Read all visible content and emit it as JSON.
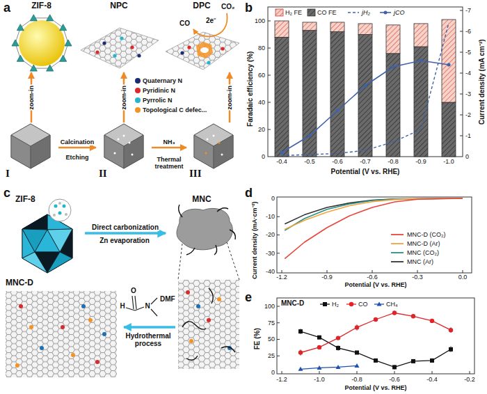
{
  "diagram": {
    "nodes": [
      {
        "text": [
          "ZIF-8"
        ]
      },
      {
        "text": [
          "NPC"
        ]
      },
      {
        "text": [
          "DPC"
        ]
      },
      {
        "text": [
          "I"
        ]
      },
      {
        "text": [
          "II"
        ]
      },
      {
        "text": [
          "III"
        ]
      },
      {
        "text": [
          "ZIF-8"
        ]
      },
      {
        "text": [
          "MNC"
        ]
      },
      {
        "text": [
          "MNC-D"
        ]
      }
    ],
    "edges": [
      {
        "from": 3,
        "to": 0,
        "arrow": "to",
        "label": "zoom-in"
      },
      {
        "from": 4,
        "to": 1,
        "arrow": "to",
        "label": "zoom-in"
      },
      {
        "from": 5,
        "to": 2,
        "arrow": "to",
        "label": "zoom-in"
      },
      {
        "from": 3,
        "to": 4,
        "arrow": "to",
        "label": "Calcination"
      },
      {
        "from": 4,
        "to": 5,
        "arrow": "to",
        "label": "NH₃"
      },
      {
        "from": 6,
        "to": 7,
        "arrow": "to",
        "label": "Direct carbonization"
      }
    ],
    "labels": [
      "a",
      "CO₂",
      "2e⁻",
      "CO",
      "Etching",
      "Thermal treatment",
      "b",
      "Faradaic efficiency (%)",
      "0",
      "20",
      "40",
      "60",
      "80",
      "100",
      "Current density (mA cm⁻²)",
      "0",
      "-1",
      "-2",
      "-3",
      "-4",
      "-5",
      "-6",
      "-7",
      "-0.4",
      "-0.5",
      "-0.6",
      "-0.7",
      "-0.8",
      "-0.9",
      "-1.0",
      "Potential (V vs. RHE)",
      "c",
      "Zn evaporation",
      "H",
      "O",
      "N",
      "DMF",
      "Hydrothermal process",
      "d",
      "Current density (mA·cm⁻²)",
      "0",
      "-10",
      "-20",
      "-30",
      "-40",
      "-1.2",
      "-0.9",
      "-0.6",
      "-0.3",
      "0.0",
      "Potential (V vs. RHE)",
      "e",
      "MNC-D",
      "FE (%)",
      "0",
      "25",
      "50",
      "75",
      "100",
      "-1.2",
      "-1.0",
      "-0.8",
      "-0.6",
      "-0.4",
      "-0.2",
      "Potential (V vs. RHE)"
    ],
    "legend": [
      {
        "text": "Quaternary N",
        "color": "#1f2d6e"
      },
      {
        "text": "Pyridinic N",
        "color": "#d92b2b"
      },
      {
        "text": "Pyrrolic N",
        "color": "#27b5cc"
      },
      {
        "text": "Topological C defec...",
        "color": "#f39325"
      },
      {
        "text": "H₂ FE"
      },
      {
        "text": "CO FE"
      },
      {
        "text": "jH₂"
      },
      {
        "text": "jCO"
      },
      {
        "text": "MNC-D (CO₂)"
      },
      {
        "text": "MNC-D (Ar)"
      },
      {
        "text": "MNC (CO₂)"
      },
      {
        "text": "MNC (Ar)"
      },
      {
        "text": "H₂"
      },
      {
        "text": "CO"
      },
      {
        "text": "CH₄"
      }
    ]
  }
}
